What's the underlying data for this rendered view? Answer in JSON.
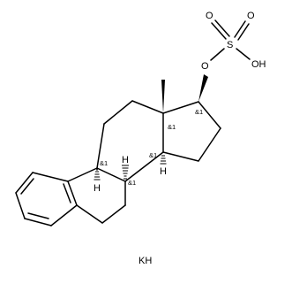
{
  "atoms": {
    "oxygen_ester": "O",
    "sulfur": "S",
    "oxygen_top_left": "O",
    "oxygen_top_right": "O",
    "hydroxyl": "OH",
    "h_c9": "H",
    "h_c8": "H",
    "h_c14": "H"
  },
  "stereo_labels": {
    "c17": "&1",
    "c13": "&1",
    "c9": "&1",
    "c8": "&1",
    "c14": "&1"
  },
  "counterion": "KH",
  "colors": {
    "bond": "#000000",
    "text": "#000000",
    "background": "#ffffff"
  }
}
